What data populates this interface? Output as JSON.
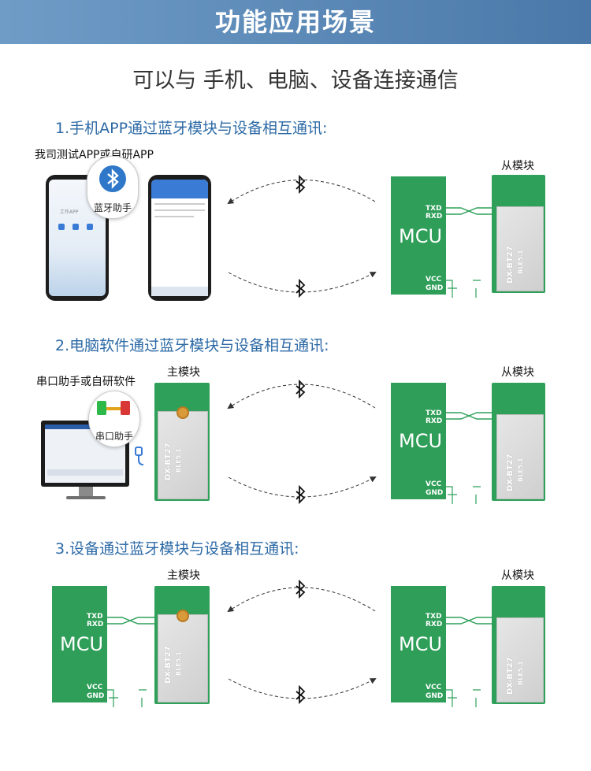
{
  "header": {
    "title": "功能应用场景"
  },
  "subtitle": "可以与 手机、电脑、设备连接通信",
  "sections": [
    {
      "title": "1.手机APP通过蓝牙模块与设备相互通讯:",
      "left_label": "我司测试APP或自研APP",
      "badge_label": "蓝牙助手",
      "app_title": "工作APP",
      "slave_label": "从模块"
    },
    {
      "title": "2.电脑软件通过蓝牙模块与设备相互通讯:",
      "left_label": "串口助手或自研软件",
      "badge_label": "串口助手",
      "master_label": "主模块",
      "slave_label": "从模块"
    },
    {
      "title": "3.设备通过蓝牙模块与设备相互通讯:",
      "master_label": "主模块",
      "slave_label": "从模块"
    }
  ],
  "mcu": {
    "name": "MCU",
    "txd": "TXD",
    "rxd": "RXD",
    "vcc": "VCC",
    "gnd": "GND"
  },
  "module": {
    "model": "DX-BT27",
    "version": "BLE5.1"
  },
  "colors": {
    "banner": "#5b87b5",
    "accent": "#2d6aa6",
    "pcb": "#2ea05a"
  },
  "icons": [
    "bluetooth-icon",
    "usb-icon",
    "phone-icon",
    "monitor-icon"
  ]
}
